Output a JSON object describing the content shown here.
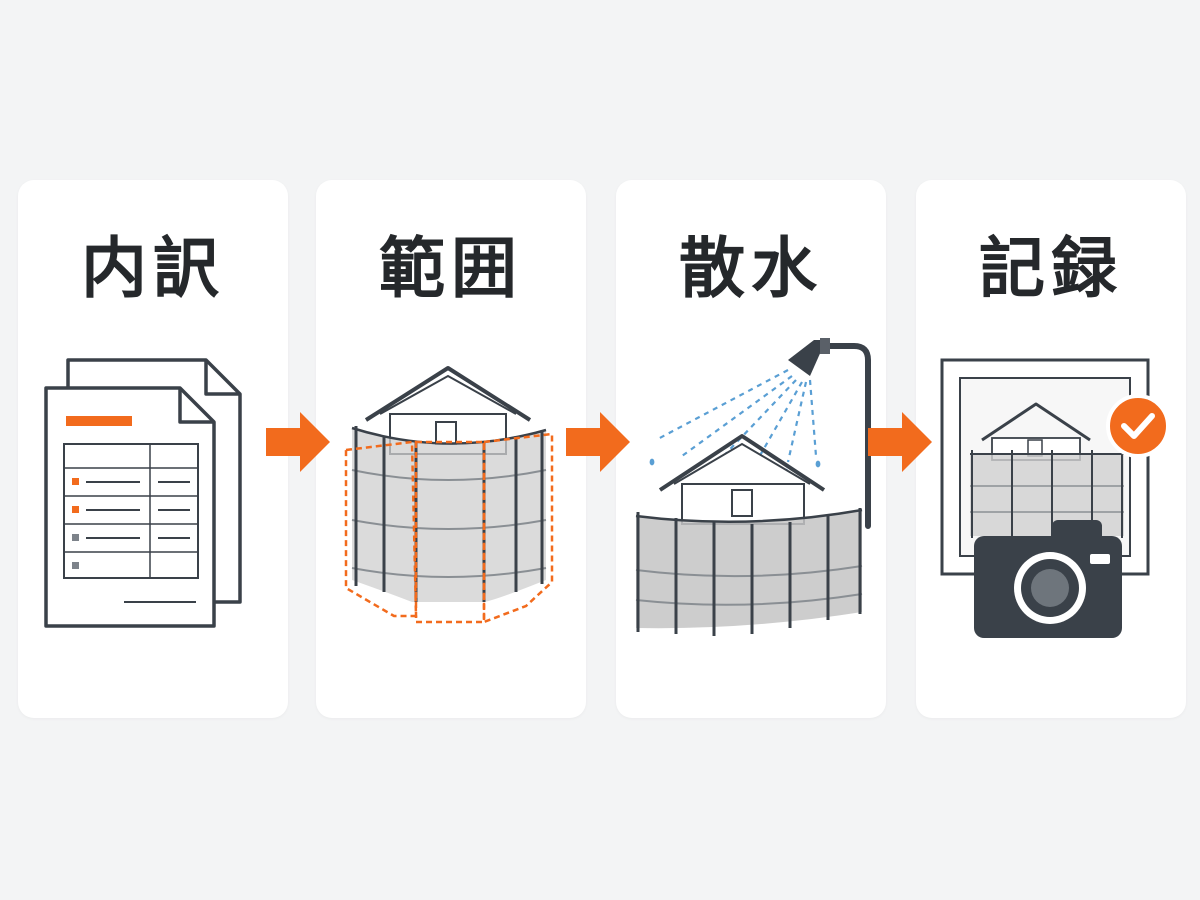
{
  "steps": [
    {
      "title": "内訳",
      "icon": "breakdown-document-icon"
    },
    {
      "title": "範囲",
      "icon": "scaffold-range-icon"
    },
    {
      "title": "散水",
      "icon": "water-spray-icon"
    },
    {
      "title": "記録",
      "icon": "photo-record-icon"
    }
  ],
  "colors": {
    "accent": "#f26b1d",
    "ink": "#3a4149",
    "net": "#c9c9c9",
    "water": "#5a9fd4",
    "check": "#f26b1d"
  }
}
